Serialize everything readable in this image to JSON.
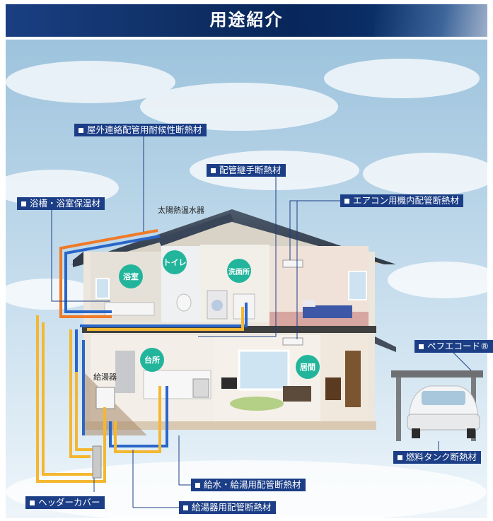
{
  "header": {
    "title": "用途紹介"
  },
  "labels": {
    "outdoor_pipe": "屋外連絡配管用耐候性断熱材",
    "joint_pipe": "配管継手断熱材",
    "aircon_pipe": "エアコン用機内配管断熱材",
    "bathtub": "浴槽・浴室保温材",
    "solar_heater": "太陽熱温水器",
    "water_heater": "給湯器",
    "pef_code": "ペフエコード®",
    "fuel_tank": "燃料タンク断熱材",
    "supply_pipe": "給水・給湯用配管断熱材",
    "header_cover": "ヘッダーカバー",
    "heater_pipe": "給湯器用配管断熱材"
  },
  "rooms": {
    "bath": "浴室",
    "toilet": "トイレ",
    "washroom": "洗面所",
    "kitchen": "台所",
    "living": "居間"
  },
  "colors": {
    "navy": "#1b3e86",
    "teal": "#22b59c",
    "pipe_blue": "#2a66c8",
    "pipe_yellow": "#f4b731",
    "pipe_orange": "#ef7a27"
  }
}
